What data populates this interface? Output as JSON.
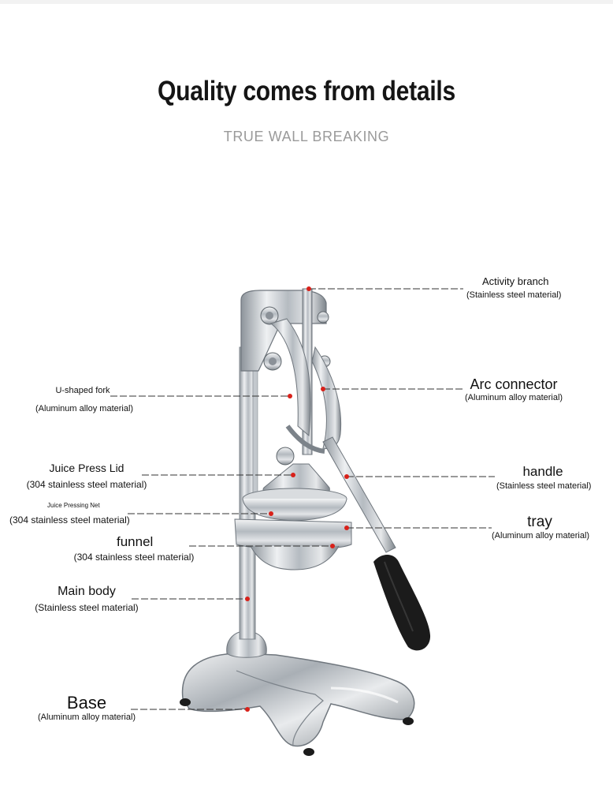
{
  "header": {
    "title": "Quality comes from details",
    "subtitle": "TRUE WALL BREAKING"
  },
  "colors": {
    "pointer_dot": "#d8211a",
    "leader_line": "#333333",
    "metal": "#c9cdd2",
    "handle_grip": "#1b1b1b"
  },
  "parts": {
    "activity_branch": {
      "name": "Activity branch",
      "material": "(Stainless steel material)"
    },
    "arc_connector": {
      "name": "Arc connector",
      "material": "(Aluminum alloy material)"
    },
    "handle": {
      "name": "handle",
      "material": "(Stainless steel material)"
    },
    "tray": {
      "name": "tray",
      "material": "(Aluminum alloy material)"
    },
    "u_shaped_fork": {
      "name": "U-shaped fork",
      "material": "(Aluminum alloy material)"
    },
    "juice_press_lid": {
      "name": "Juice Press Lid",
      "material": "(304 stainless steel material)"
    },
    "juice_pressing_net": {
      "name": "Juice Pressing Net",
      "material": "(304 stainless steel material)"
    },
    "funnel": {
      "name": "funnel",
      "material": "(304 stainless steel material)"
    },
    "main_body": {
      "name": "Main body",
      "material": "(Stainless steel material)"
    },
    "base": {
      "name": "Base",
      "material": "(Aluminum alloy material)"
    }
  }
}
